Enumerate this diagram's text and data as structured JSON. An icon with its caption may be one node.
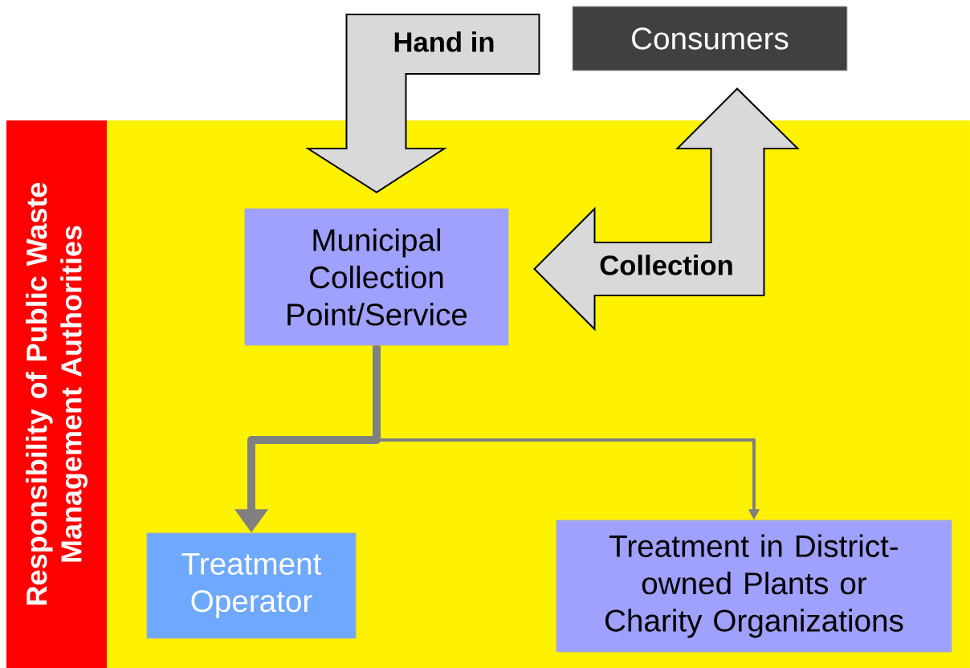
{
  "diagram": {
    "nodes": [
      {
        "text": [
          "Responsibility of Public Waste Management Authorities"
        ]
      },
      {
        "text": [
          "Consumers"
        ]
      },
      {
        "text": [
          "Municipal Collection Point/Service"
        ]
      },
      {
        "text": [
          "Treatment Operator"
        ]
      },
      {
        "text": [
          "Treatment in District-owned Plants or Charity Organizations"
        ]
      }
    ],
    "edges": [
      {
        "from": 1,
        "to": 2,
        "arrow": "to",
        "label": "Hand in"
      },
      {
        "from": 2,
        "to": 1,
        "arrow": "both",
        "label": "Collection"
      },
      {
        "from": 2,
        "to": 3,
        "arrow": "to",
        "style": "thick"
      },
      {
        "from": 2,
        "to": 4,
        "arrow": "to"
      }
    ]
  }
}
